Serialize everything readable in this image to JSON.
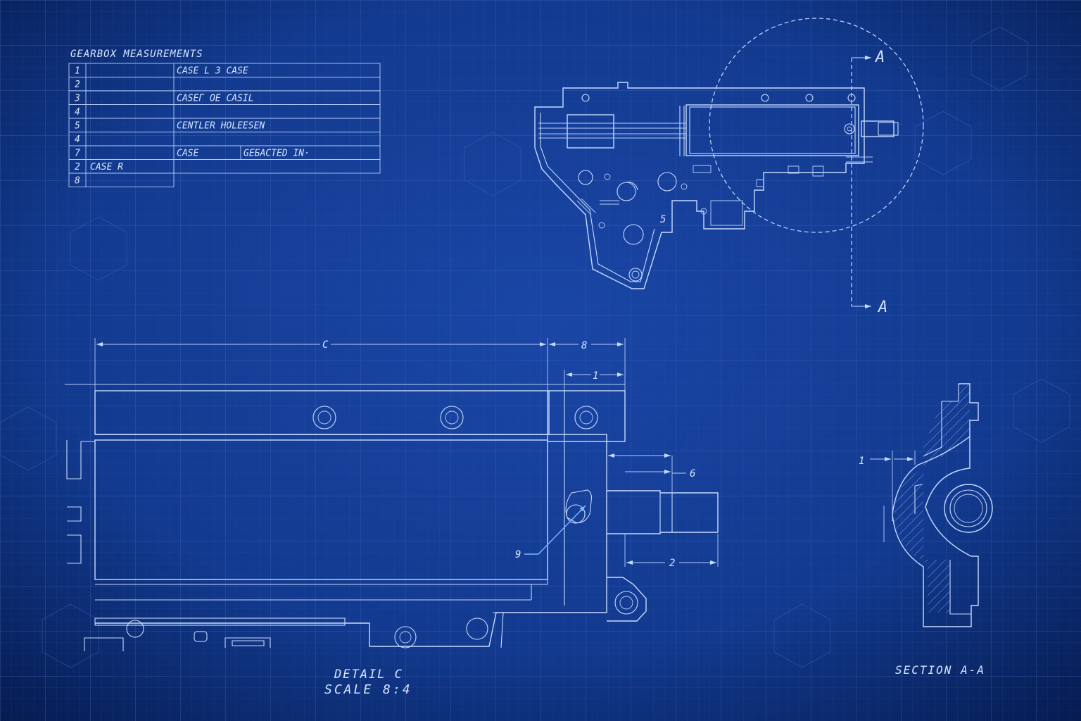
{
  "table": {
    "title": "GEARBOX MEASUREMENTS",
    "rows": [
      {
        "num": "1",
        "a": "",
        "b": "CASE L 3 CASE",
        "c": ""
      },
      {
        "num": "2",
        "a": "",
        "b": "",
        "c": ""
      },
      {
        "num": "3",
        "a": "",
        "b": "CASEГ ОЕ CASIL",
        "c": ""
      },
      {
        "num": "4",
        "a": "",
        "b": "",
        "c": ""
      },
      {
        "num": "5",
        "a": "",
        "b": "CENTLER HOLEESEN",
        "c": ""
      },
      {
        "num": "4",
        "a": "",
        "b": "",
        "c": ""
      },
      {
        "num": "7",
        "a": "",
        "b": "CASE",
        "c": "GEБACTED IN·"
      },
      {
        "num": "2",
        "a": "CASE R",
        "b": "",
        "c": ""
      },
      {
        "num": "8",
        "a": "",
        "b": "",
        "c": ""
      }
    ]
  },
  "top_view": {
    "section_marker_top": "A",
    "section_marker_bottom": "A",
    "part_number": "5"
  },
  "detail": {
    "dim_overall": "C",
    "dim_right": "8",
    "dim_inner": "1",
    "dim_nozzle_offset": "6",
    "dim_nozzle_length": "2",
    "callout_hole": "9",
    "title_line1": "DETAIL C",
    "title_line2": "SCALE 8:4"
  },
  "section": {
    "dim_wall": "1",
    "title": "SECTION A-A"
  },
  "colors": {
    "background": "#0d2f7c",
    "line": "#c9dbff",
    "grid": "#3a5fb0",
    "accent": "#5aa0ff"
  }
}
